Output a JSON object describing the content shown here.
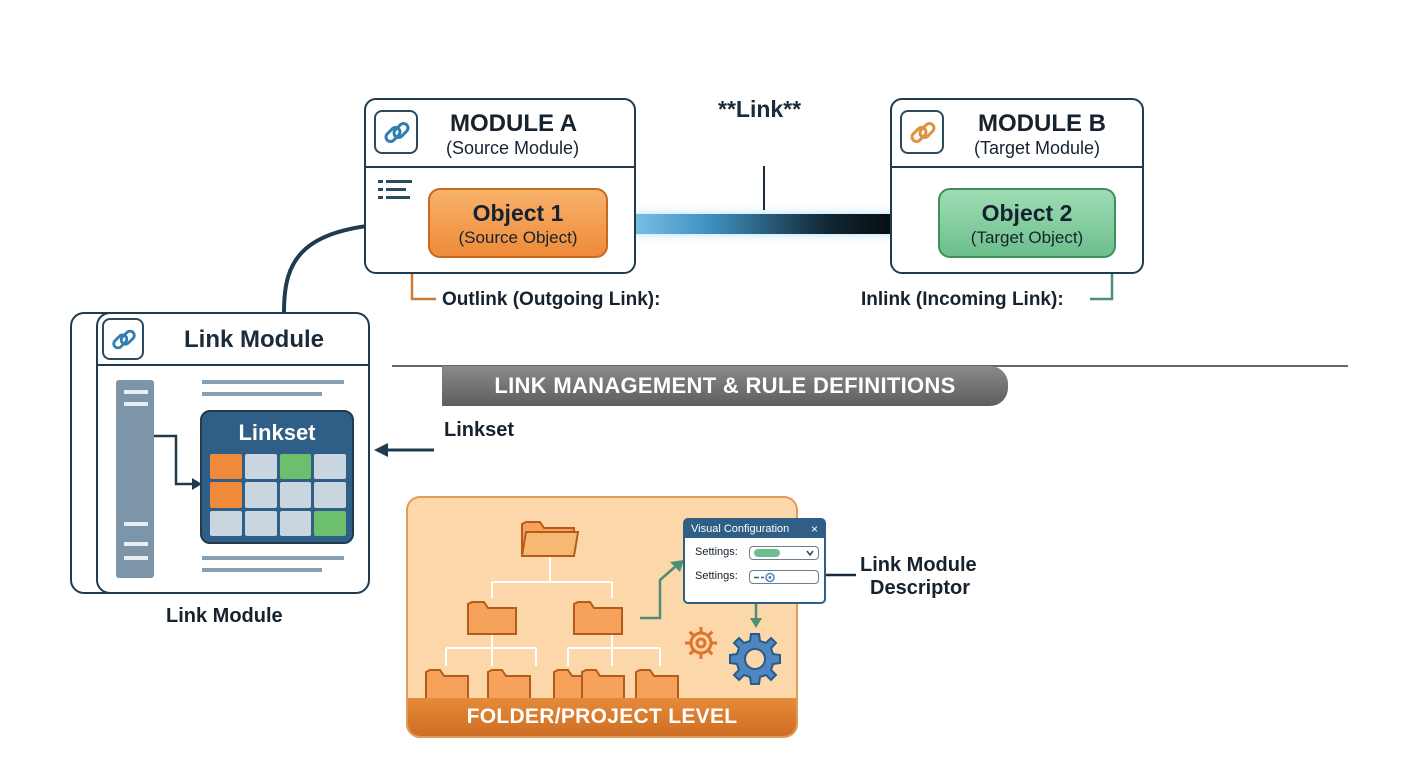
{
  "link_title": "**Link**",
  "module_a": {
    "title": "MODULE A",
    "subtitle": "(Source Module)",
    "icon": "link-icon"
  },
  "module_b": {
    "title": "MODULE B",
    "subtitle": "(Target Module)",
    "icon": "link-icon"
  },
  "object_1": {
    "title": "Object 1",
    "subtitle": "(Source Object)"
  },
  "object_2": {
    "title": "Object 2",
    "subtitle": "(Target Object)"
  },
  "outlink_label": "Outlink (Outgoing Link):",
  "inlink_label": "Inlink (Incoming Link):",
  "banner": "LINK MANAGEMENT & RULE DEFINITIONS",
  "link_module": {
    "title": "Link Module",
    "caption": "Link Module",
    "icon": "link-icon"
  },
  "linkset": {
    "title": "Linkset",
    "label": "Linkset"
  },
  "visual_config": {
    "title": "Visual Configuration",
    "close": "×",
    "rows": [
      {
        "label": "Settings:"
      },
      {
        "label": "Settings:"
      }
    ]
  },
  "descriptor_label": {
    "line1": "Link Module",
    "line2": "Descriptor"
  },
  "folder_footer": "FOLDER/PROJECT LEVEL",
  "colors": {
    "source_orange": "#ef8a3a",
    "target_green": "#6cbf8c",
    "navy": "#1f3b4d",
    "linkset_blue": "#2f5f86",
    "banner_gray": "#6e6e6e",
    "folder_orange": "#e58a3a"
  }
}
